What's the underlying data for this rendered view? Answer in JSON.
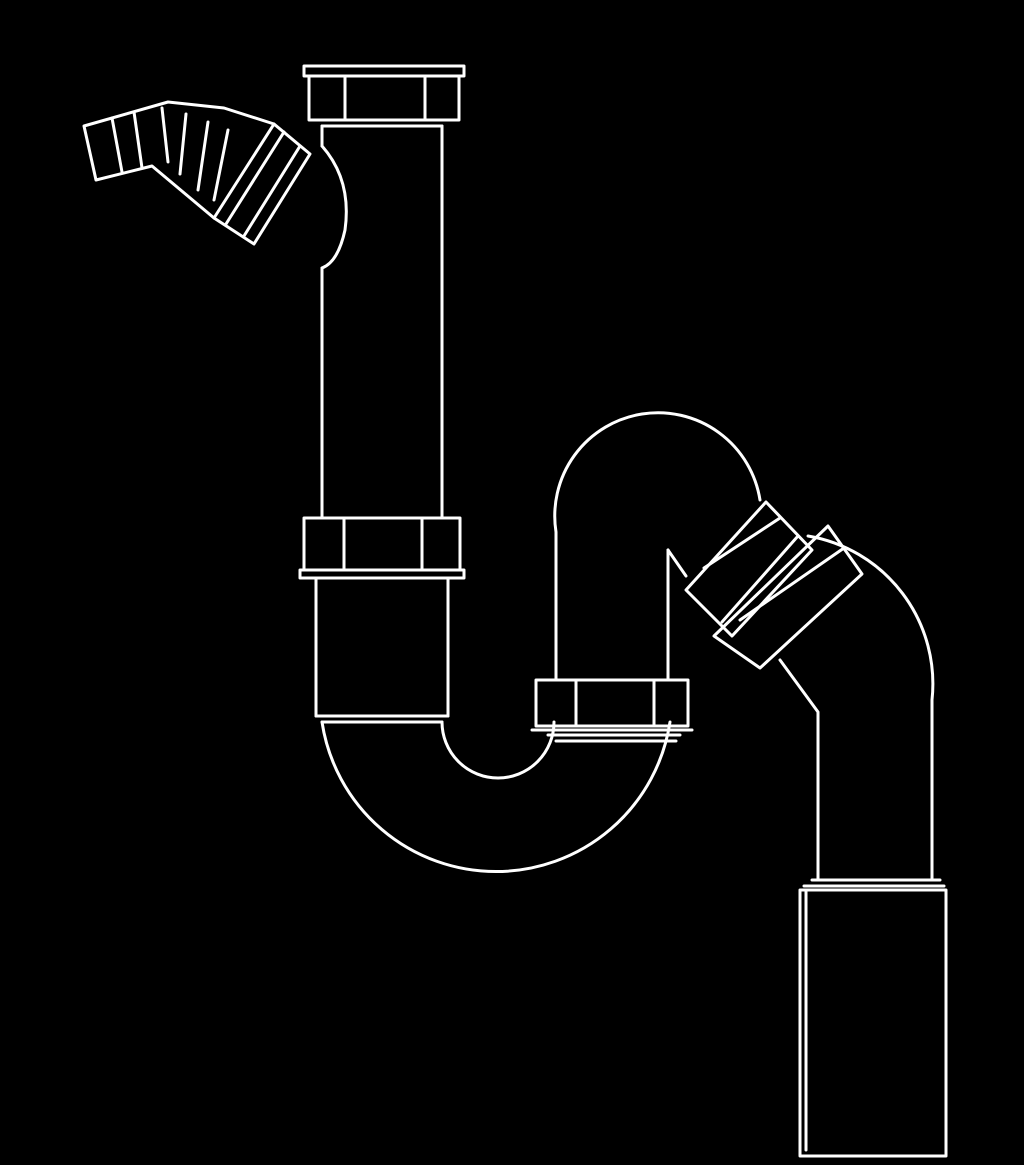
{
  "figure": {
    "background_color": "#000000",
    "line_color": "#ffffff",
    "style": "white line drawing on black background",
    "components": [
      {
        "id": "top-inlet-nut",
        "kind": "slip-joint nut"
      },
      {
        "id": "vertical-tailpiece",
        "kind": "pipe"
      },
      {
        "id": "side-branch",
        "kind": "angled appliance inlet"
      },
      {
        "id": "hose-connector",
        "kind": "ribbed hose barb"
      },
      {
        "id": "branch-nut",
        "kind": "slip-joint nut"
      },
      {
        "id": "middle-nut",
        "kind": "slip-joint nut"
      },
      {
        "id": "p-trap-bend",
        "kind": "U-bend"
      },
      {
        "id": "trap-outlet-nut",
        "kind": "slip-joint nut"
      },
      {
        "id": "trap-return-bend",
        "kind": "inverted bend"
      },
      {
        "id": "elbow-nut-upper",
        "kind": "slip-joint nut"
      },
      {
        "id": "elbow-nut-lower",
        "kind": "slip-joint nut"
      },
      {
        "id": "outlet-elbow",
        "kind": "bend"
      },
      {
        "id": "outlet-pipe",
        "kind": "pipe"
      }
    ]
  }
}
